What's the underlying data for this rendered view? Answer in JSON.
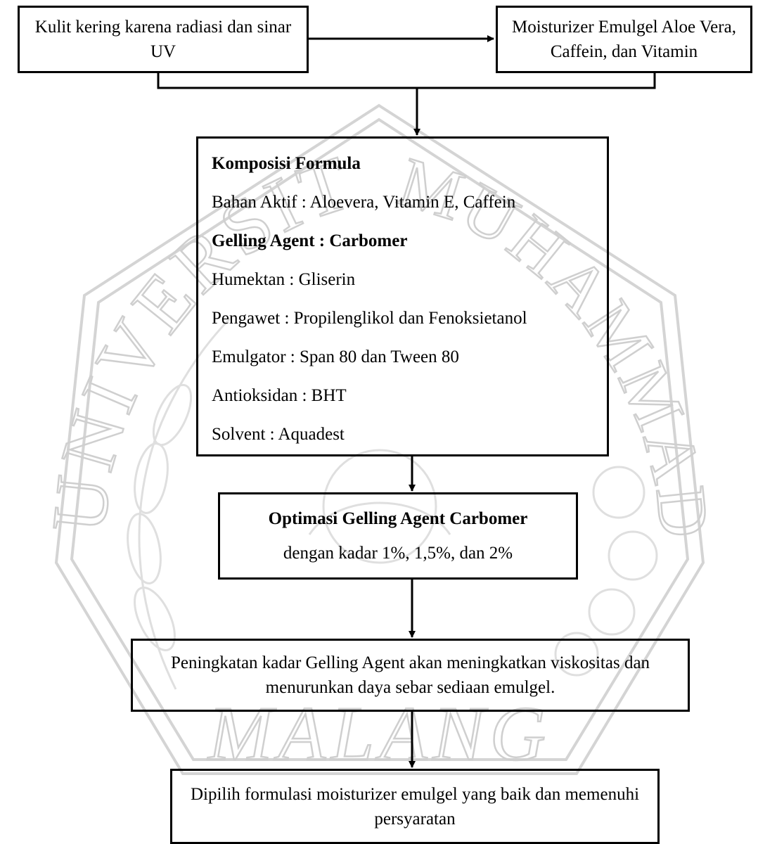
{
  "flowchart": {
    "problem": "Kulit kering karena radiasi dan sinar UV",
    "product": "Moisturizer Emulgel Aloe Vera, Caffein, dan Vitamin",
    "formula": {
      "title": "Komposisi Formula",
      "items": [
        "Bahan Aktif : Aloevera, Vitamin E, Caffein",
        "Gelling Agent : Carbomer",
        "Humektan : Gliserin",
        "Pengawet : Propilenglikol dan Fenoksietanol",
        "Emulgator : Span 80 dan Tween 80",
        "Antioksidan : BHT",
        "Solvent : Aquadest"
      ]
    },
    "optimasi": {
      "title": "Optimasi Gelling Agent Carbomer",
      "subtitle": "dengan kadar 1%, 1,5%, dan 2%"
    },
    "hypothesis": "Peningkatan kadar Gelling Agent akan meningkatkan viskositas dan menurunkan daya sebar sediaan emulgel.",
    "conclusion": "Dipilih formulasi moisturizer emulgel yang baik dan memenuhi persyaratan"
  },
  "watermark": {
    "left_arc": "UNIVERSITAS",
    "right_arc": "MUHAMMADIYAH",
    "bottom": "MALANG",
    "color": "#c8c8c8"
  }
}
